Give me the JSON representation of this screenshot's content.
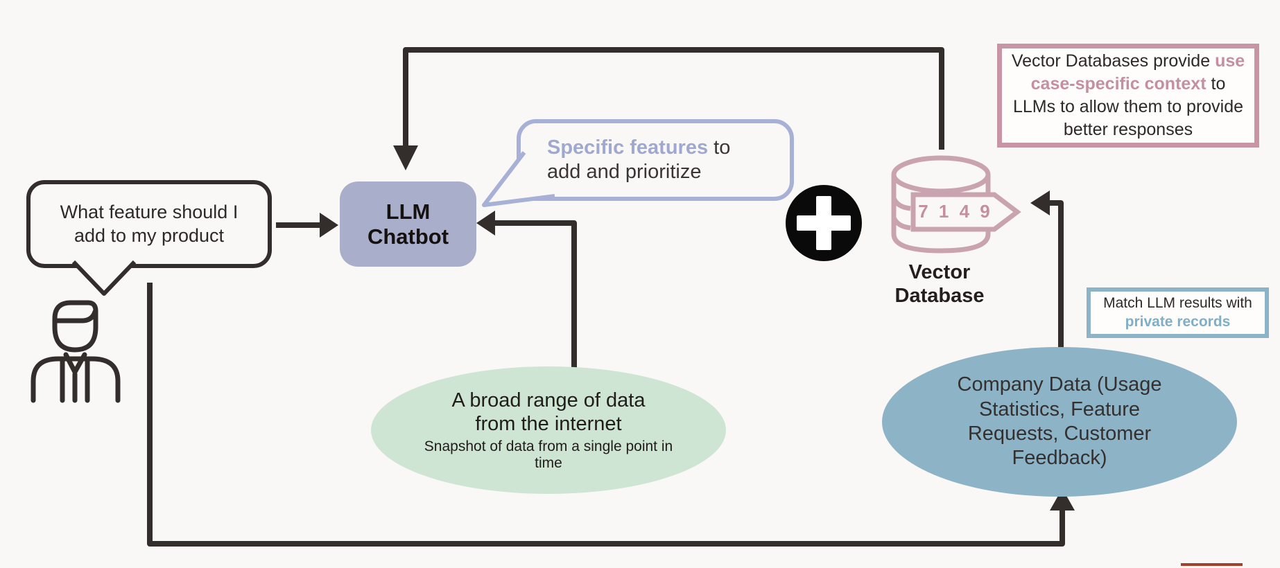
{
  "diagram": {
    "background": "#FAF8F6",
    "ink": "#332E2C",
    "user_bubble": {
      "text": "What feature should I add to my product"
    },
    "llm_chatbot": {
      "label": "LLM Chatbot",
      "fill": "#A9AECB"
    },
    "answer_bubble": {
      "highlight": "Specific features",
      "rest": "to add and prioritize",
      "accent": "#9FA9D0"
    },
    "plus_badge": {
      "glyph": "+"
    },
    "vector_database": {
      "label": "Vector Database",
      "id_tag": "7 1 4 9",
      "accent": "#C9A3B0"
    },
    "vector_note": {
      "lead": "Vector Databases provide",
      "highlight": "use case-specific context",
      "tail": "to LLMs  to allow them to provide better responses",
      "accent": "#C795A5"
    },
    "match_note": {
      "lead": "Match LLM results with",
      "highlight": "private records",
      "accent": "#8CB3C6"
    },
    "internet_ellipse": {
      "title": "A broad range of data from the internet",
      "subtitle": "Snapshot of data from a single point in time",
      "fill": "#CEE5D3"
    },
    "company_ellipse": {
      "label": "Company Data (Usage Statistics, Feature Requests, Customer Feedback)",
      "fill": "#8CB3C6"
    }
  }
}
